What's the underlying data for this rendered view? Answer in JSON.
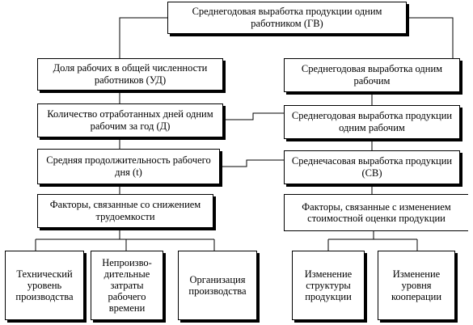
{
  "nodes": {
    "root": "Среднегодовая выработка продукции одним работником (ГВ)",
    "left_1": "Доля рабочих в общей численности работников (УД)",
    "left_2": "Количество отработанных дней одним рабочим за год (Д)",
    "left_3": "Средняя продолжительность рабочего дня (t)",
    "left_4": "Факторы, связанные со снижением трудоемкости",
    "right_1": "Среднегодовая выработка одним рабочим",
    "right_2": "Среднегодовая выработка продукции одним рабочим",
    "right_3": "Среднечасовая выработка продукции (СВ)",
    "right_4": "Факторы, связанные с изменением стоимостной оценки продукции",
    "leaf_1": "Технический уровень производства",
    "leaf_2": "Непроизво-дительные затраты рабочего времени",
    "leaf_3": "Организация производства",
    "leaf_4": "Изменение структуры продукции",
    "leaf_5": "Изменение уровня кооперации"
  }
}
